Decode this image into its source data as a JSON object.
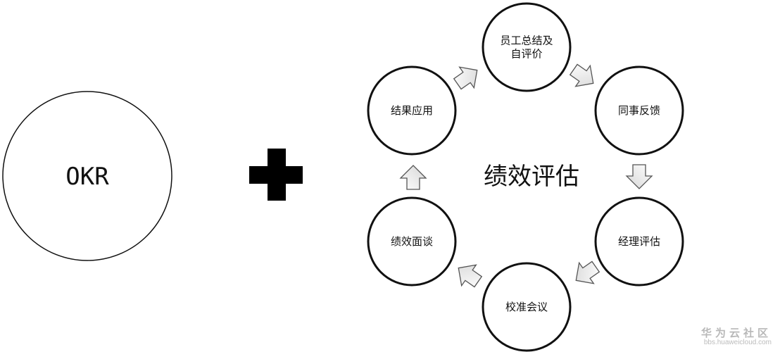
{
  "left": {
    "label": "OKR"
  },
  "plus": {
    "icon": "plus-icon"
  },
  "cycle": {
    "title": "绩效评估",
    "steps": [
      {
        "label_lines": [
          "员工总结及",
          "自评价"
        ]
      },
      {
        "label_lines": [
          "同事反馈"
        ]
      },
      {
        "label_lines": [
          "经理评估"
        ]
      },
      {
        "label_lines": [
          "校准会议"
        ]
      },
      {
        "label_lines": [
          "绩效面谈"
        ]
      },
      {
        "label_lines": [
          "结果应用"
        ]
      }
    ]
  },
  "watermark": {
    "brand": "华为云社区",
    "url": "bbs.huaweicloud.com"
  },
  "colors": {
    "stroke": "#111111",
    "arrow_fill": "#ececec",
    "arrow_stroke": "#555555",
    "background": "#ffffff"
  }
}
